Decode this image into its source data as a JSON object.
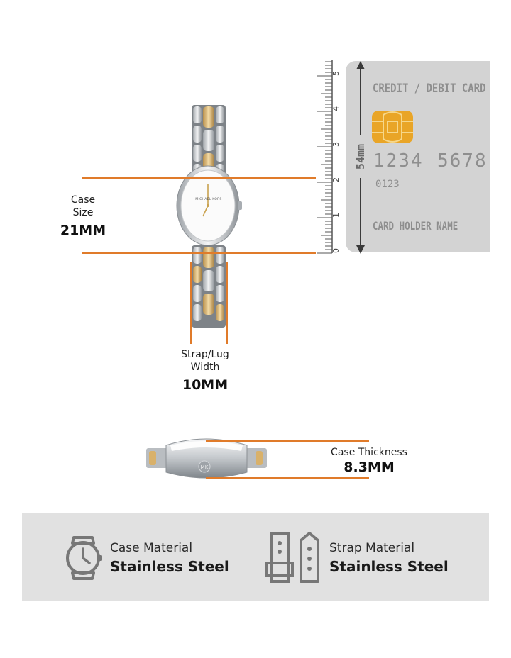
{
  "case_size": {
    "label_line1": "Case",
    "label_line2": "Size",
    "value": "21MM"
  },
  "strap_width": {
    "label_line1": "Strap/Lug",
    "label_line2": "Width",
    "value": "10MM"
  },
  "case_thickness": {
    "label": "Case Thickness",
    "value": "8.3MM"
  },
  "watch_brand": "MICHAEL KORS",
  "ruler": {
    "ticks": [
      "0",
      "1",
      "2",
      "3",
      "4",
      "5"
    ]
  },
  "card": {
    "title": "CREDIT / DEBIT CARD",
    "number_group1": "1234",
    "number_group2": "5678",
    "small_number": "0123",
    "holder": "CARD HOLDER NAME",
    "height_label": "54mm"
  },
  "materials": {
    "case": {
      "label": "Case Material",
      "value": "Stainless Steel",
      "icon": "watch-icon"
    },
    "strap": {
      "label": "Strap Material",
      "value": "Stainless Steel",
      "icon": "strap-icon"
    }
  },
  "colors": {
    "accent": "#e07b2a",
    "card_bg": "#d3d3d3",
    "info_bg": "#e1e1e1",
    "gold": "#d9b16a",
    "silver": "#cfd2d6"
  }
}
